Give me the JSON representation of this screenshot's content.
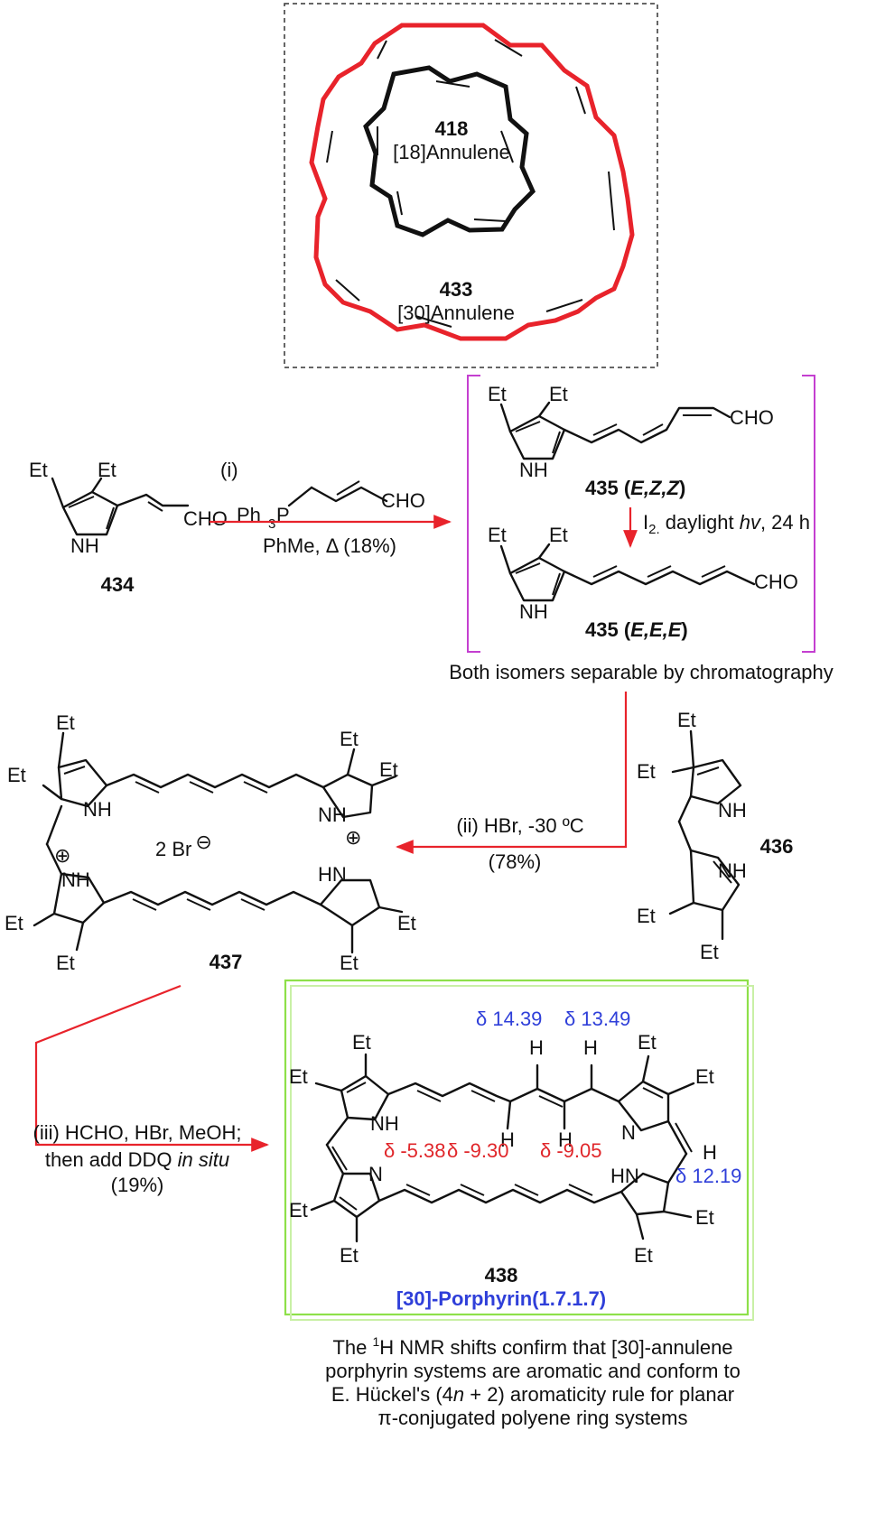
{
  "annulene_box": {
    "inner_number": "418",
    "inner_name": "[18]Annulene",
    "outer_number": "433",
    "outer_name": "[30]Annulene"
  },
  "compound_434": {
    "number": "434",
    "substituents": [
      "Et",
      "Et"
    ],
    "nh": "NH",
    "cho": "CHO"
  },
  "step_i": {
    "label": "(i)",
    "reagent_ph": "Ph",
    "reagent_sub": "3",
    "reagent_p": "P",
    "reagent_cho": "CHO",
    "conditions": "PhMe, Δ (18%)"
  },
  "compound_435_ezz": {
    "number": "435 (",
    "isomer": "E,Z,Z",
    "close": ")",
    "cho": "CHO"
  },
  "step_isom": {
    "text_a": "I",
    "text_sub": "2.",
    "text_b": " daylight ",
    "text_hv": "hv",
    "text_c": ", 24 h"
  },
  "compound_435_eee": {
    "number": "435 (",
    "isomer": "E,E,E",
    "close": ")",
    "cho": "CHO"
  },
  "separation_note": "Both isomers separable by chromatography",
  "step_ii": {
    "label": "(ii)  HBr, -30 ºC",
    "yield": "(78%)"
  },
  "compound_436": {
    "number": "436"
  },
  "compound_437": {
    "number": "437",
    "counterion": "2 Br",
    "minus": "⊖",
    "plus": "⊕"
  },
  "step_iii": {
    "line1": "(iii) HCHO, HBr, MeOH;",
    "line2a": "then add DDQ ",
    "line2b": "in situ",
    "yield": "(19%)"
  },
  "compound_438": {
    "number": "438",
    "name": "[30]-Porphyrin(1.7.1.7)",
    "shifts_blue": [
      "δ 14.39",
      "δ 13.49",
      "δ 12.19"
    ],
    "shifts_red": [
      "δ -5.38",
      "δ -9.30",
      "δ -9.05"
    ],
    "h": "H",
    "n": "N",
    "nh": "NH",
    "hn": "HN"
  },
  "caption": {
    "line1a": "The ",
    "line1sup": "1",
    "line1b": "H NMR shifts confirm that [30]-annulene",
    "line2": "porphyrin systems are aromatic and conform to",
    "line3a": "E. Hückel's (4",
    "line3n": "n",
    "line3b": " + 2) aromaticity rule for planar",
    "line4": "π-conjugated polyene ring systems"
  },
  "labels": {
    "et": "Et",
    "nh": "NH",
    "n": "N",
    "h": "H",
    "hn": "HN"
  },
  "colors": {
    "accent_red": "#e8232b",
    "shift_blue": "#2f3fd9",
    "shift_red": "#e0262a",
    "box_green": "#8ee04a",
    "bracket_magenta": "#c43fd0"
  }
}
